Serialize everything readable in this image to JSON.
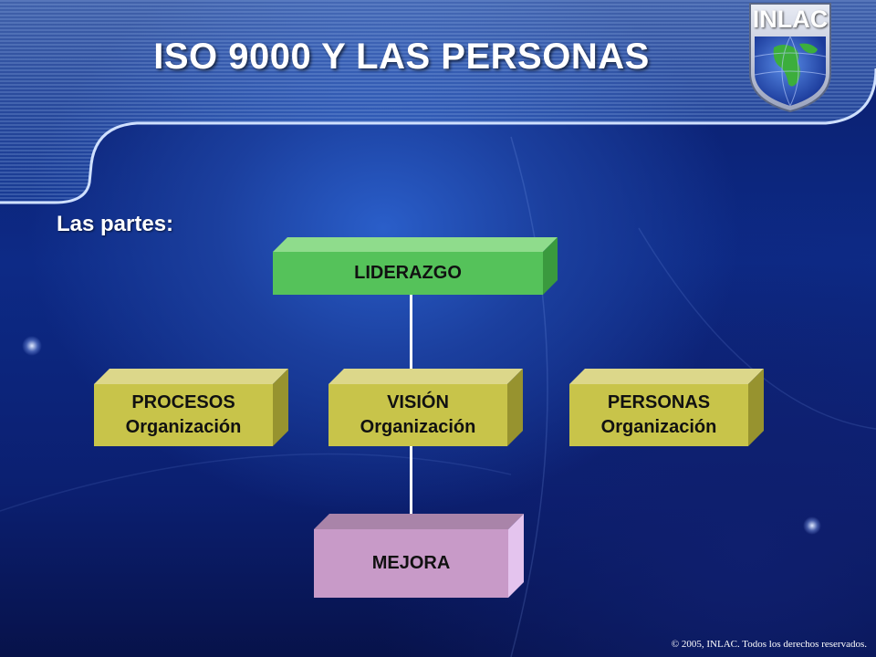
{
  "slide": {
    "title": "ISO 9000 Y LAS PERSONAS",
    "subtitle": "Las partes:",
    "logo_text": "INLAC",
    "footer": "© 2005, INLAC. Todos los derechos reservados."
  },
  "diagram": {
    "top": {
      "line1": "LIDERAZGO",
      "color": "#55c25a"
    },
    "left": {
      "line1": "PROCESOS",
      "line2": "Organización",
      "color": "#c8c44a"
    },
    "center": {
      "line1": "VISIÓN",
      "line2": "Organización",
      "color": "#c8c44a"
    },
    "right": {
      "line1": "PERSONAS",
      "line2": "Organización",
      "color": "#c8c44a"
    },
    "bottom": {
      "line1": "MEJORA",
      "color": "#c89ac8"
    }
  },
  "colors": {
    "background": "#0d2a86",
    "banner_stripes": "#3f74c9",
    "connector": "#ffffff"
  }
}
